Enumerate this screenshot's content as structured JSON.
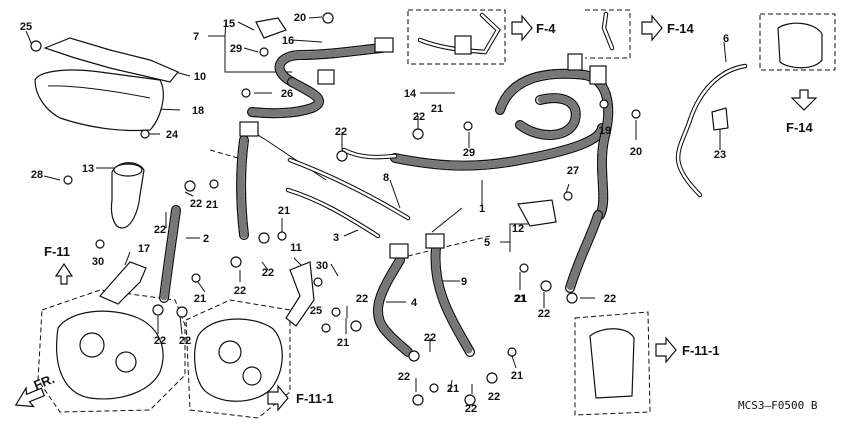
{
  "callouts": [
    "25",
    "15",
    "20",
    "7",
    "29",
    "16",
    "10",
    "18",
    "24",
    "26",
    "14",
    "21",
    "22",
    "22",
    "29",
    "19",
    "20",
    "6",
    "23",
    "13",
    "28",
    "22",
    "21",
    "8",
    "27",
    "1",
    "22",
    "2",
    "21",
    "3",
    "12",
    "5",
    "22",
    "30",
    "17",
    "11",
    "30",
    "22",
    "22",
    "21",
    "21",
    "9",
    "4",
    "25",
    "22",
    "21",
    "22",
    "22",
    "22",
    "21",
    "21",
    "22",
    "22",
    "21",
    "22"
  ],
  "refs": {
    "f4": "F-4",
    "f14_top": "F-14",
    "f14_right": "F-14",
    "f11": "F-11",
    "f111_right": "F-11-1",
    "f111_bottom": "F-11-1",
    "front": "FR."
  },
  "diagram_code": "MCS3—F0500 B"
}
